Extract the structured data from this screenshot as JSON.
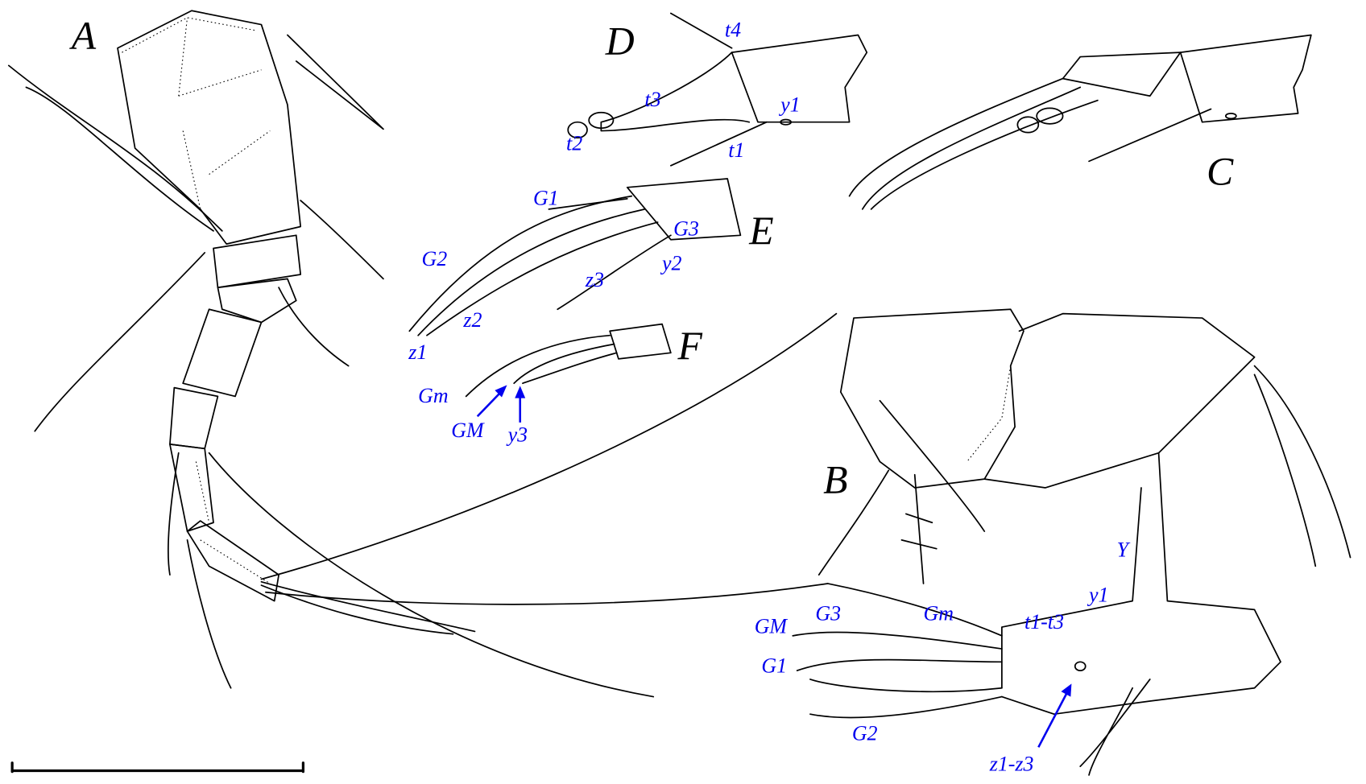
{
  "figure": {
    "panels": [
      "A",
      "B",
      "C",
      "D",
      "E",
      "F"
    ],
    "label_color": "#0000ee",
    "panel_D": {
      "labels": [
        "t4",
        "t3",
        "y1",
        "t2",
        "t1"
      ]
    },
    "panel_E": {
      "labels": [
        "G1",
        "G3",
        "G2",
        "y2",
        "z3",
        "z2",
        "z1"
      ]
    },
    "panel_F": {
      "labels": [
        "Gm",
        "GM",
        "y3"
      ]
    },
    "panel_B": {
      "labels": [
        "Y",
        "y1",
        "Gm",
        "t1-t3",
        "GM",
        "G3",
        "G1",
        "G2",
        "z1-z3"
      ]
    }
  }
}
